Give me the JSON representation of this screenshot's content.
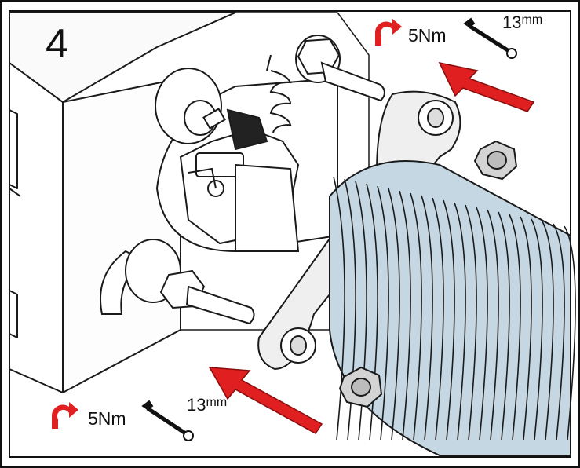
{
  "step_number": "4",
  "annotations": {
    "top": {
      "torque": "5Nm",
      "wrench_size_number": "13",
      "wrench_size_unit": "mm"
    },
    "bottom": {
      "torque": "5Nm",
      "wrench_size_number": "13",
      "wrench_size_unit": "mm"
    }
  },
  "colors": {
    "arrow": "#e02020",
    "spring": "#c4d7e2",
    "outline": "#1a1a1a",
    "nut": "#d4d4d4"
  },
  "icons": [
    "rotate-clockwise-icon",
    "wrench-icon",
    "insert-arrow-icon",
    "hex-nut-icon"
  ]
}
